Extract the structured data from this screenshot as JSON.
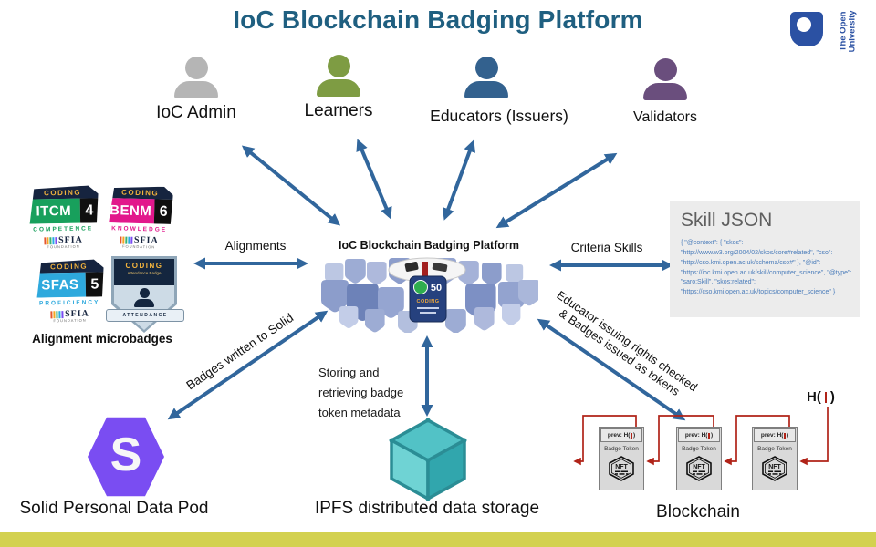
{
  "title": "IoC Blockchain Badging Platform",
  "logo": {
    "line1": "The Open",
    "line2": "University"
  },
  "actors": [
    {
      "label": "IoC Admin",
      "color": "#b5b5b5"
    },
    {
      "label": "Learners",
      "color": "#7e9c43"
    },
    {
      "label": "Educators (Issuers)",
      "color": "#33618e"
    },
    {
      "label": "Validators",
      "color": "#6a4e7d"
    }
  ],
  "platform": {
    "label": "IoC Blockchain Badging Platform",
    "badge_number": "50",
    "badge_brand": "CODING"
  },
  "connectors": {
    "alignments": "Alignments",
    "criteria": "Criteria Skills",
    "solid": "Badges written to Solid",
    "educator_line1": "Educator issuing rights checked",
    "educator_line2": "& Badges issued as tokens",
    "ipfs_line1": "Storing and",
    "ipfs_line2": "retrieving badge",
    "ipfs_line3": "token metadata"
  },
  "microbadges": {
    "caption": "Alignment microbadges",
    "footer": "SFIA",
    "footer_sub": "FOUNDATION",
    "badges": [
      {
        "header": "CODING",
        "code": "ITCM",
        "level": "4",
        "band": "COMPETENCE",
        "color": "#18a05c"
      },
      {
        "header": "CODING",
        "code": "BENM",
        "level": "6",
        "band": "KNOWLEDGE",
        "color": "#e2188c"
      },
      {
        "header": "CODING",
        "code": "SFAS",
        "level": "5",
        "band": "PROFICIENCY",
        "color": "#2ea9dd"
      }
    ],
    "attendance": {
      "header": "CODING",
      "sub": "Attendance Badge",
      "ribbon": "ATTENDANCE"
    }
  },
  "skill_json": {
    "title": "Skill JSON",
    "lines": [
      "{ \"@context\": { \"skos\":",
      "\"http://www.w3.org/2004/02/skos/core#related\", \"cso\":",
      "\"http://cso.kmi.open.ac.uk/schema/cso#\" }, \"@id\":",
      "\"https://ioc.kmi.open.ac.uk/skill/computer_science\", \"@type\":",
      "\"saro:Skill\", \"skos:related\":",
      "\"https://cso.kmi.open.ac.uk/topics/computer_science\" }"
    ]
  },
  "solid": {
    "caption": "Solid Personal Data Pod",
    "letter": "S"
  },
  "ipfs": {
    "caption": "IPFS distributed data storage"
  },
  "blockchain": {
    "caption": "Blockchain",
    "hash_open": "H(",
    "hash_close": ")",
    "blocks": [
      {
        "prev_open": "prev: H(",
        "prev_close": ")",
        "token": "Badge Token",
        "nft": "NFT"
      },
      {
        "prev_open": "prev: H(",
        "prev_close": ")",
        "token": "Badge Token",
        "nft": "NFT"
      },
      {
        "prev_open": "prev: H(",
        "prev_close": ")",
        "token": "Badge Token",
        "nft": "NFT"
      }
    ]
  },
  "colors": {
    "title": "#1f5f80",
    "arrow": "#31669c",
    "connector_red": "#b02318",
    "bottom_bar": "#d3d150",
    "ou_blue": "#2b51a3",
    "solid_purple": "#7a4df2",
    "ipfs_teal": "#31a6ad"
  }
}
